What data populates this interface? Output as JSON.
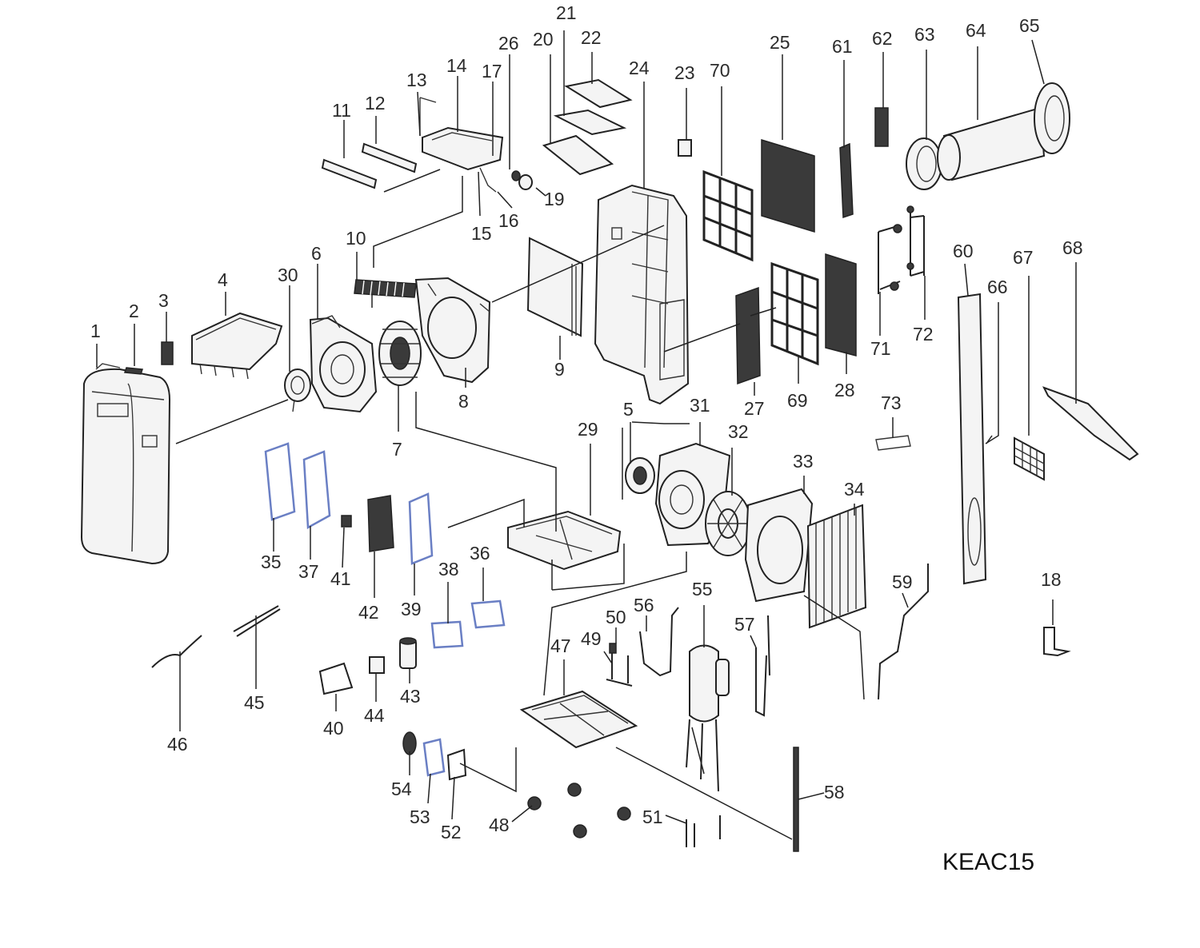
{
  "diagram": {
    "model_label": "KEAC15",
    "colors": {
      "line": "#222222",
      "accent_blue": "#6a7fc4",
      "background": "#ffffff"
    },
    "part_labels": [
      "1",
      "2",
      "3",
      "4",
      "5",
      "6",
      "7",
      "8",
      "9",
      "10",
      "11",
      "12",
      "13",
      "14",
      "15",
      "16",
      "17",
      "18",
      "19",
      "20",
      "21",
      "22",
      "23",
      "24",
      "25",
      "26",
      "27",
      "28",
      "29",
      "30",
      "31",
      "32",
      "33",
      "34",
      "35",
      "36",
      "37",
      "38",
      "39",
      "40",
      "41",
      "42",
      "43",
      "44",
      "45",
      "46",
      "47",
      "48",
      "49",
      "50",
      "51",
      "52",
      "53",
      "54",
      "55",
      "56",
      "57",
      "58",
      "59",
      "60",
      "61",
      "62",
      "63",
      "64",
      "65",
      "66",
      "67",
      "68",
      "69",
      "70",
      "71",
      "72",
      "73"
    ]
  }
}
